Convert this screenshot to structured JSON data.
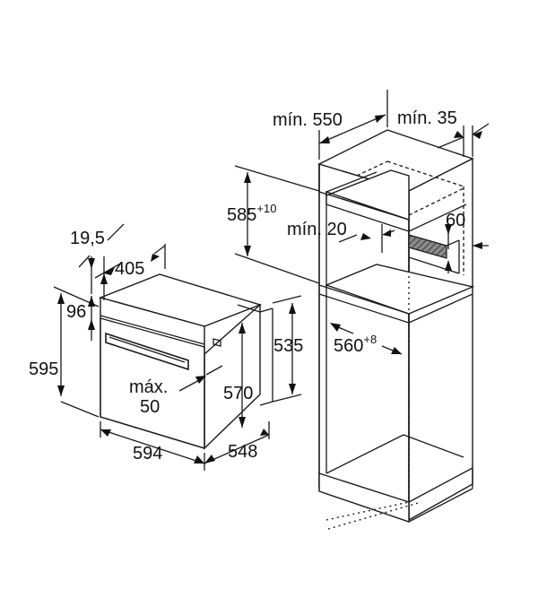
{
  "colors": {
    "line": "#1a1a1a",
    "hatch": "#4a4a4a",
    "background": "#ffffff"
  },
  "oven": {
    "width": "594",
    "depth_outer": "548",
    "depth_body": "405",
    "height_front": "595",
    "height_body": "570",
    "height_rear": "535",
    "front_panel_thickness": "19,5",
    "top_panel_height": "96",
    "max_gap": "máx.",
    "max_gap_value": "50"
  },
  "cabinet": {
    "min_depth": "mín. 550",
    "min_side_gap": "mín. 35",
    "niche_height": "585",
    "niche_height_tol": "+10",
    "min_top_gap": "mín. 20",
    "vent_height": "60",
    "niche_width": "560",
    "niche_width_tol": "+8"
  }
}
